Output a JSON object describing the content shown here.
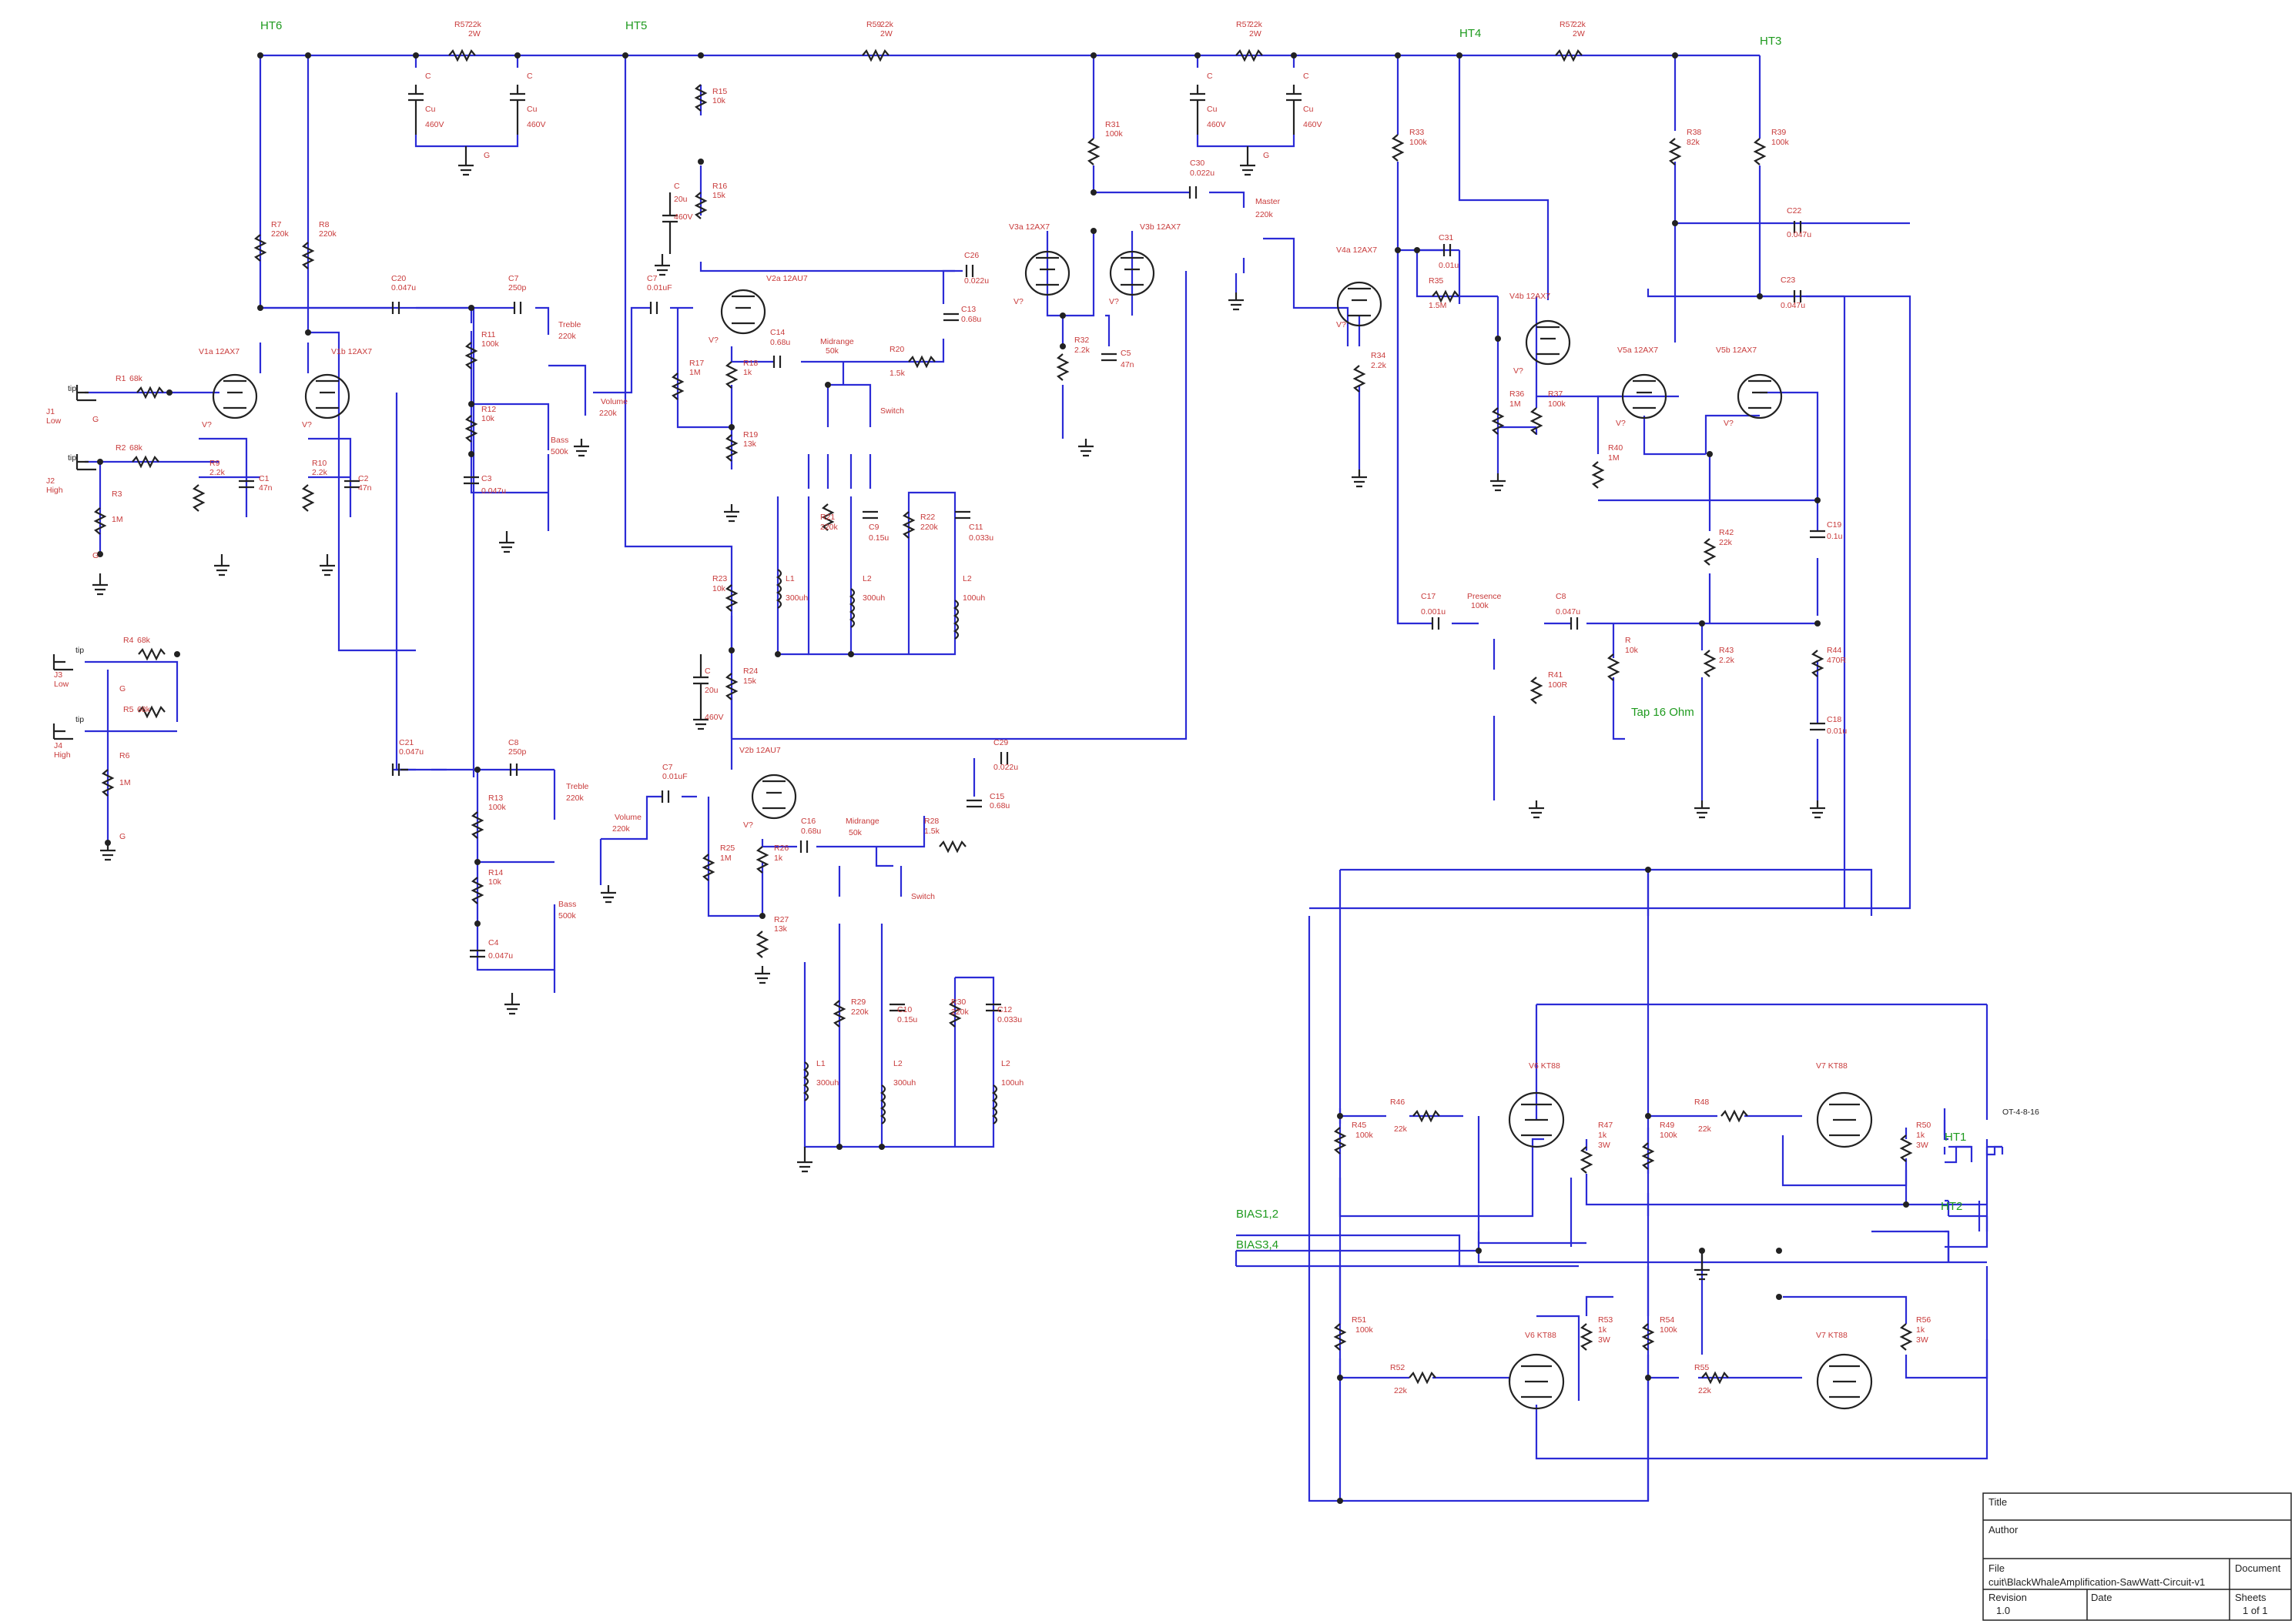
{
  "nets": {
    "ht6": "HT6",
    "ht5": "HT5",
    "ht4": "HT4",
    "ht3": "HT3",
    "ht1": "HT1",
    "ht2": "HT2",
    "bias12": "BIAS1,2",
    "bias34": "BIAS3,4",
    "tap": "Tap 16 Ohm",
    "ot": "OT-4-8-16"
  },
  "jacks": [
    {
      "ref": "J1",
      "name": "Low",
      "tip": "tip",
      "g": "G"
    },
    {
      "ref": "J2",
      "name": "High",
      "tip": "tip",
      "g": "G"
    },
    {
      "ref": "J3",
      "name": "Low",
      "tip": "tip",
      "g": "G"
    },
    {
      "ref": "J4",
      "name": "High",
      "tip": "tip",
      "g": "G"
    }
  ],
  "tubes": {
    "v1a": "V1a 12AX7",
    "v1b": "V1b 12AX7",
    "v2a": "V2a 12AU7",
    "v2b": "V2b 12AU7",
    "v3a": "V3a 12AX7",
    "v3b": "V3b 12AX7",
    "v4a": "V4a 12AX7",
    "v4b": "V4b 12AX7",
    "v5a": "V5a 12AX7",
    "v5b": "V5b 12AX7",
    "v6a": "V6 KT88",
    "v7a": "V7 KT88",
    "v6b": "V6 KT88",
    "v7b": "V7 KT88",
    "unknown": "V?"
  },
  "supply": {
    "r57a": [
      "R57",
      "22k",
      "2W"
    ],
    "r59": [
      "R59",
      "22k",
      "2W"
    ],
    "r57b": [
      "R57",
      "22k",
      "2W"
    ],
    "r57c": [
      "R57",
      "22k",
      "2W"
    ],
    "caps": [
      "C",
      "Cu",
      "460V"
    ],
    "g": "G"
  },
  "parts": {
    "r1": [
      "R1",
      "68k"
    ],
    "r2": [
      "R2",
      "68k"
    ],
    "r3": [
      "R3",
      "1M"
    ],
    "r4": [
      "R4",
      "68k"
    ],
    "r5": [
      "R5",
      "68k"
    ],
    "r6": [
      "R6",
      "1M"
    ],
    "r7": [
      "R7",
      "220k"
    ],
    "r8": [
      "R8",
      "220k"
    ],
    "r9": [
      "R9",
      "2.2k"
    ],
    "r10": [
      "R10",
      "2.2k"
    ],
    "c1": [
      "C1",
      "47n"
    ],
    "c2": [
      "C2",
      "47n"
    ],
    "c20": [
      "C20",
      "0.047u"
    ],
    "c21": [
      "C21",
      "0.047u"
    ],
    "c7a": [
      "C7",
      "250p"
    ],
    "c8": [
      "C8",
      "250p"
    ],
    "r11": [
      "R11",
      "100k"
    ],
    "r12": [
      "R12",
      "10k"
    ],
    "c3": [
      "C3",
      "0.047u"
    ],
    "r13": [
      "R13",
      "100k"
    ],
    "r14": [
      "R14",
      "10k"
    ],
    "c4": [
      "C4",
      "0.047u"
    ],
    "treble1": [
      "Treble",
      "220k"
    ],
    "bass1": [
      "Bass",
      "500k"
    ],
    "vol1": [
      "Volume",
      "220k"
    ],
    "treble2": [
      "Treble",
      "220k"
    ],
    "bass2": [
      "Bass",
      "500k"
    ],
    "vol2": [
      "Volume",
      "220k"
    ],
    "c7b": [
      "C7",
      "0.01uF"
    ],
    "c7c": [
      "C7",
      "0.01uF"
    ],
    "r15": [
      "R15",
      "10k"
    ],
    "r16": [
      "R16",
      "15k"
    ],
    "c5": [
      "C",
      "20u",
      "460V"
    ],
    "r17": [
      "R17",
      "1M"
    ],
    "r18": [
      "R18",
      "1k"
    ],
    "r19": [
      "R19",
      "13k"
    ],
    "c14": [
      "C14",
      "0.68u"
    ],
    "mid1": [
      "Midrange",
      "50k"
    ],
    "r20": [
      "R20",
      "1.5k"
    ],
    "c26": [
      "C26",
      "0.022u"
    ],
    "c13": [
      "C13",
      "0.68u"
    ],
    "switch": "Switch",
    "r21": [
      "R21",
      "220k"
    ],
    "c9": [
      "C9",
      "0.15u"
    ],
    "r22": [
      "R22",
      "220k"
    ],
    "c11": [
      "C11",
      "0.033u"
    ],
    "l1": [
      "L1",
      "300uh"
    ],
    "l2": [
      "L2",
      "300uh"
    ],
    "l3": [
      "L2",
      "100uh"
    ],
    "r23": [
      "R23",
      "10k"
    ],
    "r24": [
      "R24",
      "15k"
    ],
    "c6": [
      "C",
      "20u",
      "460V"
    ],
    "r25": [
      "R25",
      "1M"
    ],
    "r26": [
      "R26",
      "1k"
    ],
    "r27": [
      "R27",
      "13k"
    ],
    "c16": [
      "C16",
      "0.68u"
    ],
    "mid2": [
      "Midrange",
      "50k"
    ],
    "r28": [
      "R28",
      "1.5k"
    ],
    "c29": [
      "C29",
      "0.022u"
    ],
    "c15": [
      "C15",
      "0.68u"
    ],
    "r29": [
      "R29",
      "220k"
    ],
    "c10": [
      "C10",
      "0.15u"
    ],
    "r30": [
      "R30",
      "220k"
    ],
    "c12": [
      "C12",
      "0.033u"
    ],
    "l4": [
      "L1",
      "300uh"
    ],
    "l5": [
      "L2",
      "300uh"
    ],
    "l6": [
      "L2",
      "100uh"
    ],
    "r31": [
      "R31",
      "100k"
    ],
    "r32": [
      "R32",
      "2.2k"
    ],
    "c5b": [
      "C5",
      "47n"
    ],
    "c30": [
      "C30",
      "0.022u"
    ],
    "master": [
      "Master",
      "220k"
    ],
    "r33": [
      "R33",
      "100k"
    ],
    "r34": [
      "R34",
      "2.2k"
    ],
    "c31": [
      "C31",
      "0.01u"
    ],
    "r35": [
      "R35",
      "1.5M"
    ],
    "r36": [
      "R36",
      "1M"
    ],
    "r37": [
      "R37",
      "100k"
    ],
    "r38": [
      "R38",
      "82k"
    ],
    "r39": [
      "R39",
      "100k"
    ],
    "c22": [
      "C22",
      "0.047u"
    ],
    "c23": [
      "C23",
      "0.047u"
    ],
    "r40": [
      "R40",
      "1M"
    ],
    "r42": [
      "R42",
      "22k"
    ],
    "c19": [
      "C19",
      "0.1u"
    ],
    "c17": [
      "C17",
      "0.001u"
    ],
    "presence": [
      "Presence",
      "100k"
    ],
    "c8b": [
      "C8",
      "0.047u"
    ],
    "r41": [
      "R41",
      "100R"
    ],
    "rtap": [
      "R",
      "10k"
    ],
    "r43": [
      "R43",
      "2.2k"
    ],
    "r44": [
      "R44",
      "470R"
    ],
    "c18": [
      "C18",
      "0.01u"
    ],
    "r45": [
      "R45",
      "100k"
    ],
    "r46": [
      "R46",
      "22k"
    ],
    "r47": [
      "R47",
      "1k",
      "3W"
    ],
    "r48": [
      "R48",
      "22k"
    ],
    "r49": [
      "R49",
      "100k"
    ],
    "r50": [
      "R50",
      "1k",
      "3W"
    ],
    "r51": [
      "R51",
      "100k"
    ],
    "r52": [
      "R52",
      "22k"
    ],
    "r53": [
      "R53",
      "1k",
      "3W"
    ],
    "r54": [
      "R54",
      "100k"
    ],
    "r55": [
      "R55",
      "22k"
    ],
    "r56": [
      "R56",
      "1k",
      "3W"
    ]
  },
  "title_block": {
    "title_label": "Title",
    "author_label": "Author",
    "file_label": "File",
    "file_value": "cuit\\BlackWhaleAmplification-SawWatt-Circuit-v1",
    "document_label": "Document",
    "revision_label": "Revision",
    "revision_value": "1.0",
    "date_label": "Date",
    "sheets_label": "Sheets",
    "sheets_value": "1 of 1"
  }
}
